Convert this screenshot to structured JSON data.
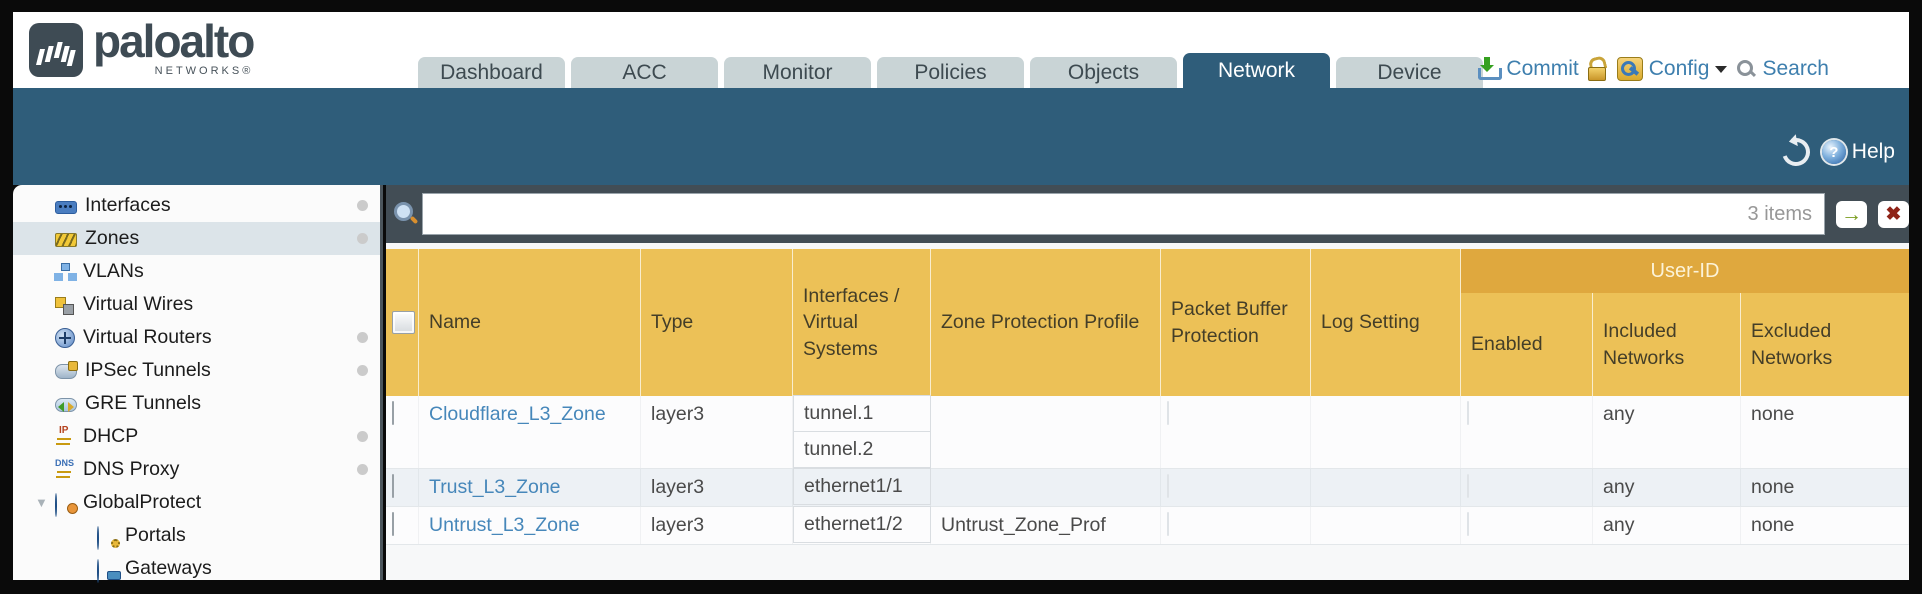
{
  "brand": {
    "title": "paloalto",
    "subtitle": "NETWORKS®"
  },
  "nav": {
    "tabs": [
      {
        "label": "Dashboard",
        "active": false
      },
      {
        "label": "ACC",
        "active": false
      },
      {
        "label": "Monitor",
        "active": false
      },
      {
        "label": "Policies",
        "active": false
      },
      {
        "label": "Objects",
        "active": false
      },
      {
        "label": "Network",
        "active": true
      },
      {
        "label": "Device",
        "active": false
      }
    ]
  },
  "topbar": {
    "commit_label": "Commit",
    "config_label": "Config",
    "search_label": "Search"
  },
  "band": {
    "help_label": "Help"
  },
  "sidebar": {
    "items": [
      {
        "label": "Interfaces",
        "selected": false,
        "dot": true,
        "sub": false
      },
      {
        "label": "Zones",
        "selected": true,
        "dot": true,
        "sub": false
      },
      {
        "label": "VLANs",
        "selected": false,
        "dot": false,
        "sub": false
      },
      {
        "label": "Virtual Wires",
        "selected": false,
        "dot": false,
        "sub": false
      },
      {
        "label": "Virtual Routers",
        "selected": false,
        "dot": true,
        "sub": false
      },
      {
        "label": "IPSec Tunnels",
        "selected": false,
        "dot": true,
        "sub": false
      },
      {
        "label": "GRE Tunnels",
        "selected": false,
        "dot": false,
        "sub": false
      },
      {
        "label": "DHCP",
        "selected": false,
        "dot": true,
        "sub": false
      },
      {
        "label": "DNS Proxy",
        "selected": false,
        "dot": true,
        "sub": false
      },
      {
        "label": "GlobalProtect",
        "selected": false,
        "dot": false,
        "sub": false,
        "expanded": true
      },
      {
        "label": "Portals",
        "selected": false,
        "dot": false,
        "sub": true
      },
      {
        "label": "Gateways",
        "selected": false,
        "dot": false,
        "sub": true
      }
    ]
  },
  "filter": {
    "value": "",
    "count": "3 items"
  },
  "table": {
    "group_header": "User-ID",
    "columns": {
      "name": "Name",
      "type": "Type",
      "interfaces": "Interfaces / Virtual Systems",
      "zone_protection": "Zone Protection Profile",
      "packet_buffer": "Packet Buffer Protection",
      "log_setting": "Log Setting",
      "enabled": "Enabled",
      "included": "Included Networks",
      "excluded": "Excluded Networks"
    },
    "rows": [
      {
        "name": "Cloudflare_L3_Zone",
        "type": "layer3",
        "interfaces": [
          "tunnel.1",
          "tunnel.2"
        ],
        "zone_protection_profile": "",
        "log_setting": "",
        "included_networks": "any",
        "excluded_networks": "none"
      },
      {
        "name": "Trust_L3_Zone",
        "type": "layer3",
        "interfaces": [
          "ethernet1/1"
        ],
        "zone_protection_profile": "",
        "log_setting": "",
        "included_networks": "any",
        "excluded_networks": "none"
      },
      {
        "name": "Untrust_L3_Zone",
        "type": "layer3",
        "interfaces": [
          "ethernet1/2"
        ],
        "zone_protection_profile": "Untrust_Zone_Prof",
        "log_setting": "",
        "included_networks": "any",
        "excluded_networks": "none"
      }
    ]
  },
  "colors": {
    "teal_header": "#2f5d7a",
    "filter_bar": "#424d55",
    "table_header": "#ecc157",
    "group_band": "#dfa83e",
    "link_blue": "#4687ba",
    "tab_inactive": "#c9d4d6"
  }
}
